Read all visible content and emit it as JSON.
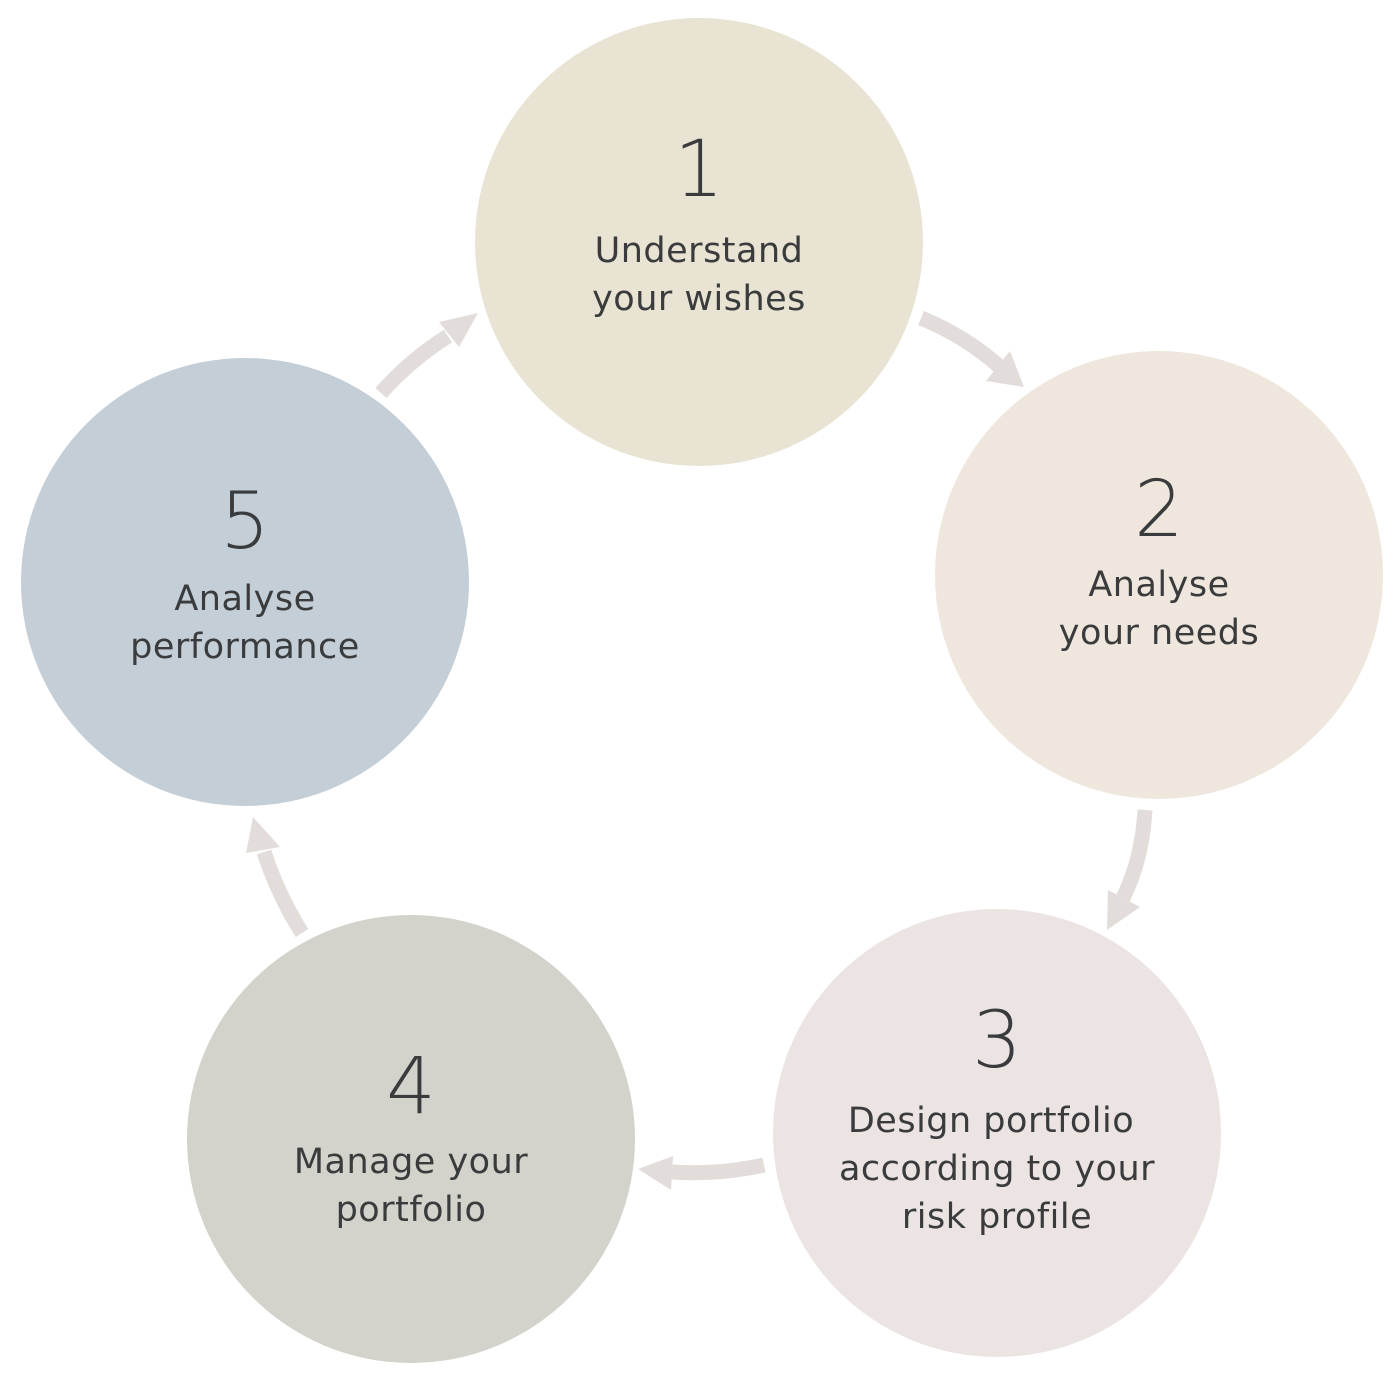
{
  "diagram": {
    "type": "cycle",
    "arrow_color": "#E2DDDB",
    "text_color": "#3A3B3D",
    "steps": [
      {
        "number": "1",
        "lines": [
          "Understand",
          "your wishes"
        ],
        "color": "#E8E3D2"
      },
      {
        "number": "2",
        "lines": [
          "Analyse",
          "your needs"
        ],
        "color": "#EFE7DD"
      },
      {
        "number": "3",
        "lines": [
          "Design portfolio",
          "according to your",
          "risk profile"
        ],
        "color": "#EBE4E2"
      },
      {
        "number": "4",
        "lines": [
          "Manage your",
          "portfolio"
        ],
        "color": "#D3D3CB"
      },
      {
        "number": "5",
        "lines": [
          "Analyse",
          "performance"
        ],
        "color": "#C4CED7"
      }
    ],
    "connections": [
      {
        "from": "1",
        "to": "2"
      },
      {
        "from": "2",
        "to": "3"
      },
      {
        "from": "3",
        "to": "4"
      },
      {
        "from": "4",
        "to": "5"
      },
      {
        "from": "5",
        "to": "1"
      }
    ]
  }
}
